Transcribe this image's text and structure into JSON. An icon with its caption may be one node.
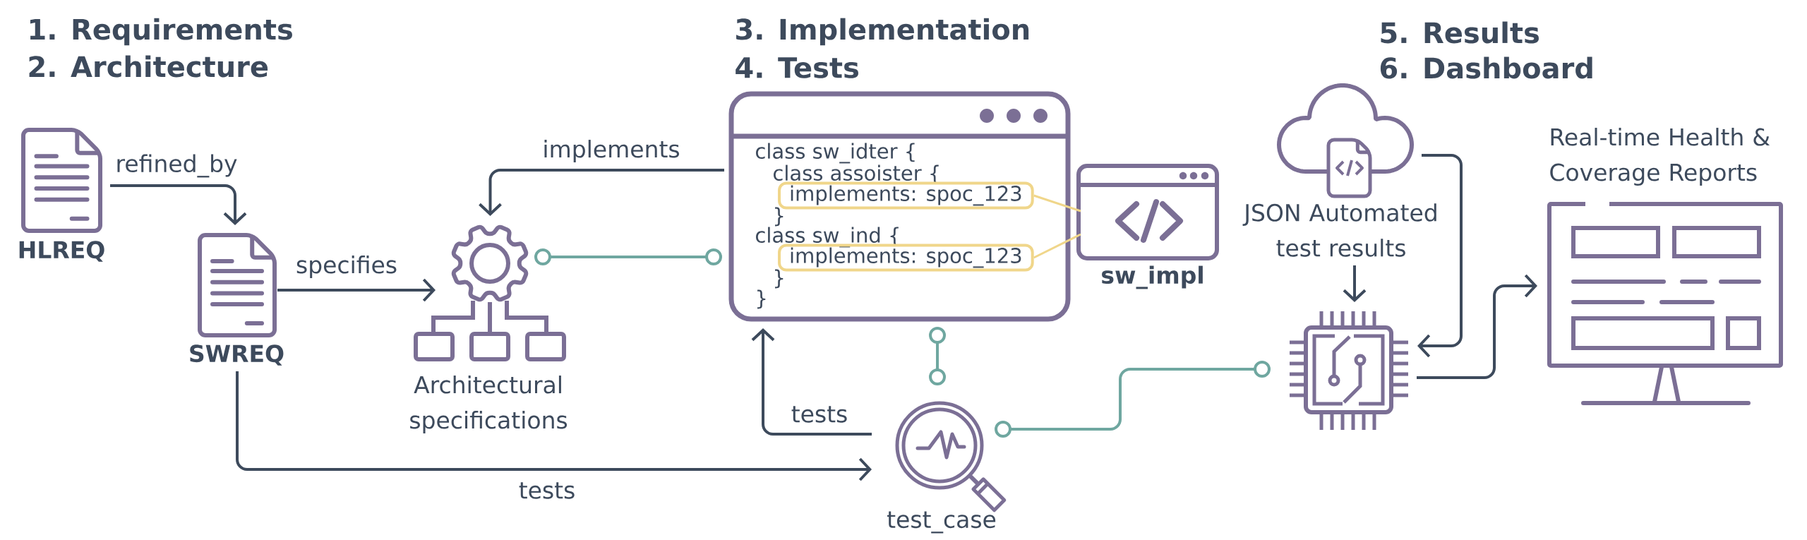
{
  "diagram": {
    "nodes": [
      {
        "text": [
          "HLREQ"
        ]
      },
      {
        "text": [
          "SWREQ"
        ]
      },
      {
        "text": [
          "Architectural specifications"
        ]
      },
      {
        "text": [
          "class sw_idter {",
          "class assoister {",
          "}",
          "class sw_ind {",
          "}",
          "}"
        ]
      },
      {
        "text": [
          "implements: spoc_123"
        ],
        "in": 3
      },
      {
        "text": [
          "implements: spoc_123"
        ],
        "in": 3
      },
      {
        "text": [
          "sw_impl"
        ]
      },
      {
        "text": [
          "test_case"
        ]
      },
      {
        "text": [
          "JSON Automated test results"
        ]
      },
      {
        "text": [],
        "shape": "chip"
      },
      {
        "text": [
          "Real-time Health & Coverage Reports"
        ]
      }
    ],
    "edges": [
      {
        "from": 0,
        "to": 1,
        "arrow": "to",
        "label": "refined_by"
      },
      {
        "from": 1,
        "to": 2,
        "arrow": "to",
        "label": "specifies"
      },
      {
        "from": 3,
        "to": 2,
        "arrow": "to",
        "label": "implements"
      },
      {
        "from": 2,
        "to": 3,
        "arrow": "other",
        "color": "#6fa7a0"
      },
      {
        "from": 4,
        "to": 6,
        "arrow": "none",
        "color": "#f0d68a"
      },
      {
        "from": 5,
        "to": 6,
        "arrow": "none",
        "color": "#f0d68a"
      },
      {
        "from": 3,
        "to": 7,
        "arrow": "other",
        "color": "#6fa7a0"
      },
      {
        "from": 7,
        "to": 3,
        "arrow": "to",
        "label": "tests"
      },
      {
        "from": 1,
        "to": 7,
        "arrow": "to",
        "label": "tests"
      },
      {
        "from": 7,
        "to": 9,
        "arrow": "other",
        "color": "#6fa7a0"
      },
      {
        "from": 8,
        "to": 9,
        "arrow": "to"
      },
      {
        "from": 8,
        "to": 9,
        "arrow": "to"
      },
      {
        "from": 9,
        "to": 10,
        "arrow": "to"
      }
    ],
    "labels": [
      "1. Requirements",
      "2. Architecture",
      "3. Implementation",
      "4. Tests",
      "5. Results",
      "6. Dashboard"
    ]
  }
}
